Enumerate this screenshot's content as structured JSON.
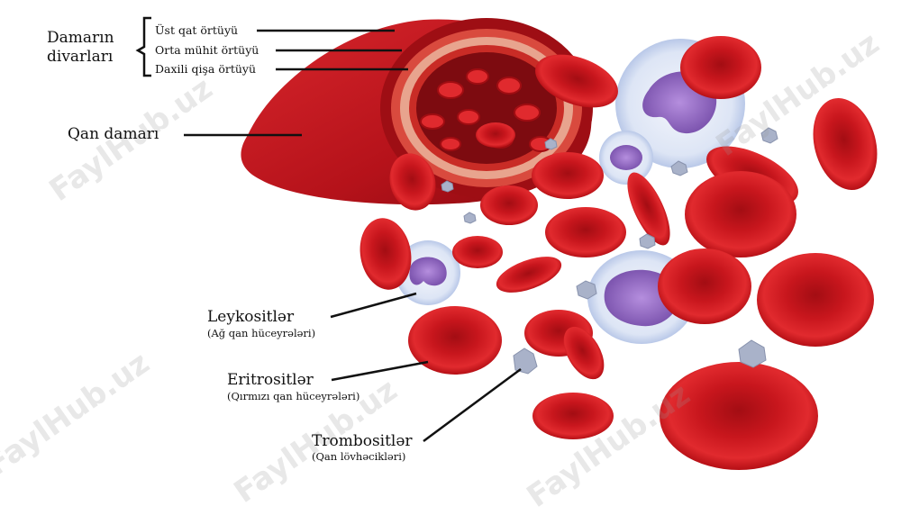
{
  "labels": {
    "vessel_walls_line1": "Damarın",
    "vessel_walls_line2": "divarları",
    "outer_layer": "Üst qat örtüyü",
    "middle_layer": "Orta mühit örtüyü",
    "inner_layer": "Daxili qişa örtüyü",
    "blood_vessel": "Qan damarı",
    "leukocytes": "Leykositlər",
    "leukocytes_sub": "(Ağ qan hüceyrələri)",
    "erythrocytes": "Eritrositlər",
    "erythrocytes_sub": "(Qırmızı qan hüceyrələri)",
    "thrombocytes": "Trombositlər",
    "thrombocytes_sub": "(Qan lövhəcikləri)"
  },
  "watermark": "FaylHub.uz",
  "colors": {
    "vessel": "#c8141c",
    "vessel_dark": "#8e0c10",
    "rbc": "#d81820",
    "rbc_center": "#a80f15",
    "wbc_cytoplasm": "#e6ecf8",
    "wbc_nucleus": "#9a72c8",
    "platelet": "#aab3c8"
  }
}
